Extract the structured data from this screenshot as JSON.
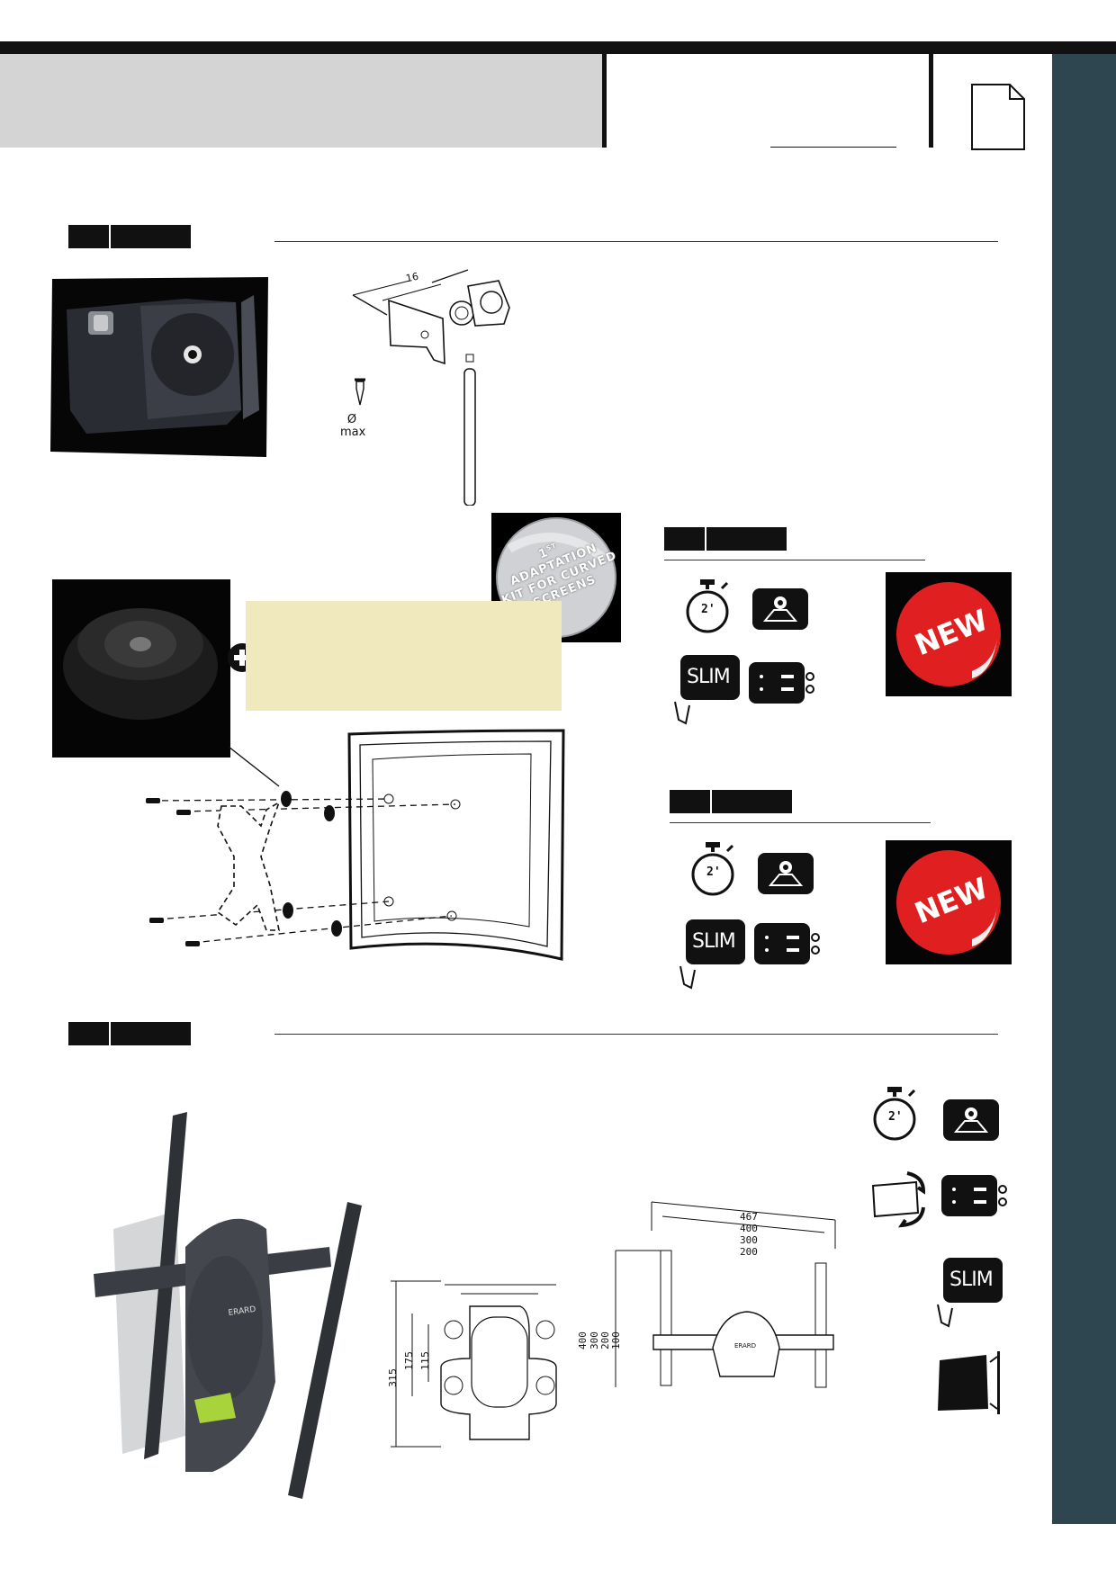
{
  "diagram_a": {
    "dimension_label": "16",
    "screw_label_symbol": "Ø",
    "screw_label_unit": "max"
  },
  "badge_curved": {
    "line1": "1",
    "line1_sup": "ST",
    "line2": "ADAPTATION",
    "line3": "KIT FOR CURVED",
    "line4": "SCREENS"
  },
  "new_badge": {
    "text": "NEW"
  },
  "feature_icons": {
    "timer_text": "2'",
    "slim_text": "SLIM"
  },
  "dims_front": {
    "height_315": "315",
    "height_175": "175",
    "height_115": "115"
  },
  "dims_side": {
    "w467": "467",
    "w400": "400",
    "w300": "300",
    "w200": "200",
    "h400": "400",
    "h300": "300",
    "h200": "200",
    "h100": "100"
  },
  "brand": {
    "name": "ERARD"
  },
  "colors": {
    "sidebar": "#2e4650",
    "header_gray": "#d4d4d4",
    "highlight_yellow": "#f1e9be",
    "badge_red": "#e02020"
  }
}
